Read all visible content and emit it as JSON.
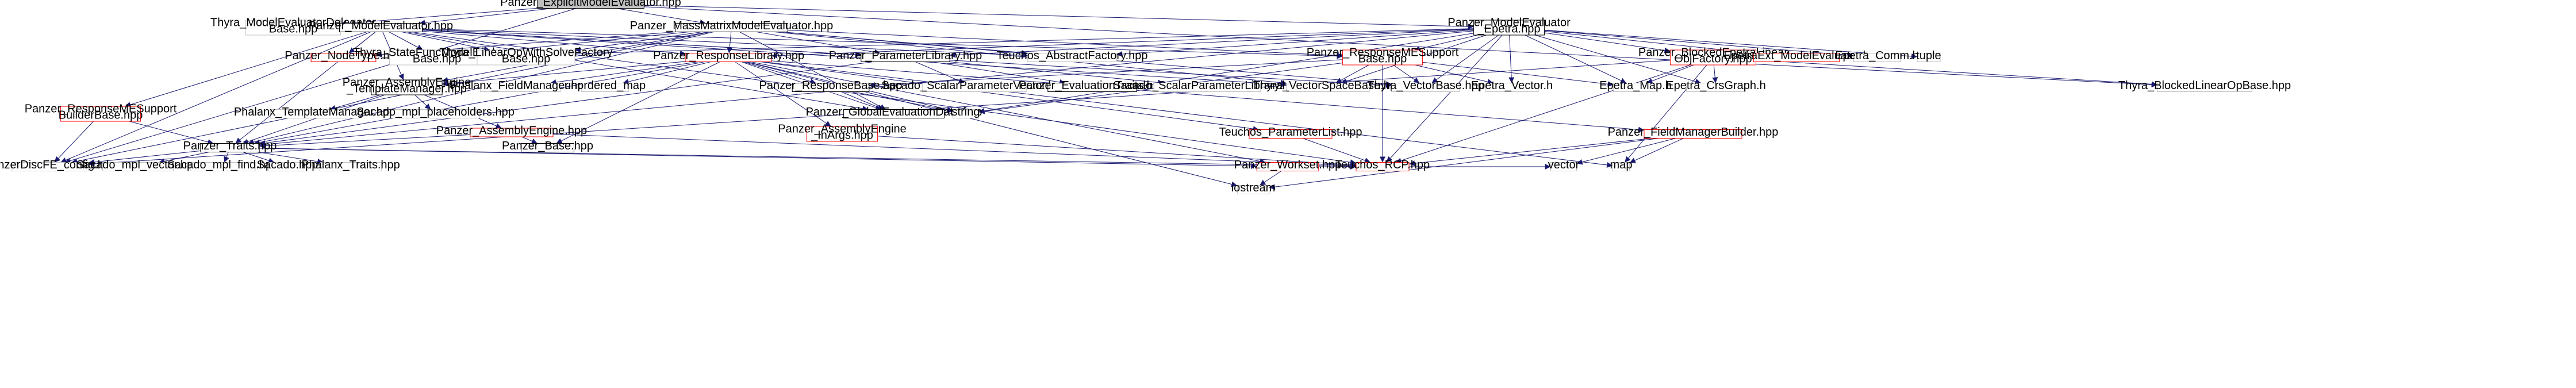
{
  "diagram": {
    "nodes": [
      {
        "id": "root",
        "lines": [
          "Panzer_ExplicitModelEvaluator.hpp"
        ],
        "style": "root"
      },
      {
        "id": "thyraDelegator",
        "lines": [
          "Thyra_ModelEvaluatorDelegator",
          "Base.hpp"
        ],
        "style": "plain"
      },
      {
        "id": "panzerME",
        "lines": [
          "Panzer_ModelEvaluator.hpp"
        ],
        "style": "black"
      },
      {
        "id": "massMatrix",
        "lines": [
          "Panzer_MassMatrixModelEvaluator.hpp"
        ],
        "style": "black"
      },
      {
        "id": "epetraME",
        "lines": [
          "Panzer_ModelEvaluator",
          "_Epetra.hpp"
        ],
        "style": "black"
      },
      {
        "id": "nodeType",
        "lines": [
          "Panzer_NodeType.hpp"
        ],
        "style": "red"
      },
      {
        "id": "thyraStateFunc",
        "lines": [
          "Thyra_StateFuncModelEvaluator",
          "Base.hpp"
        ],
        "style": "plain"
      },
      {
        "id": "thyraLinearOp",
        "lines": [
          "Thyra_LinearOpWithSolveFactory",
          "Base.hpp"
        ],
        "style": "plain"
      },
      {
        "id": "responseLibrary",
        "lines": [
          "Panzer_ResponseLibrary.hpp"
        ],
        "style": "red"
      },
      {
        "id": "paramLibrary",
        "lines": [
          "Panzer_ParameterLibrary.hpp"
        ],
        "style": "black"
      },
      {
        "id": "abstractFactory",
        "lines": [
          "Teuchos_AbstractFactory.hpp"
        ],
        "style": "plain"
      },
      {
        "id": "responseMESupport",
        "lines": [
          "Panzer_ResponseMESupport",
          "Base.hpp"
        ],
        "style": "red"
      },
      {
        "id": "blockedEpetra",
        "lines": [
          "Panzer_BlockedEpetraLinear",
          "ObjFactory.hpp"
        ],
        "style": "red"
      },
      {
        "id": "epetraExtME",
        "lines": [
          "EpetraExt_ModelEvaluator.h"
        ],
        "style": "red"
      },
      {
        "id": "epetraComm",
        "lines": [
          "Epetra_Comm.h"
        ],
        "style": "plain"
      },
      {
        "id": "tuple",
        "lines": [
          "tuple"
        ],
        "style": "plain"
      },
      {
        "id": "thyraBlockedLinearOp",
        "lines": [
          "Thyra_BlockedLinearOpBase.hpp"
        ],
        "style": "plain"
      },
      {
        "id": "assemblyTemplate",
        "lines": [
          "Panzer_AssemblyEngine",
          "_TemplateManager.hpp"
        ],
        "style": "black"
      },
      {
        "id": "phalanxFieldManager",
        "lines": [
          "Phalanx_FieldManager.hpp"
        ],
        "style": "plain"
      },
      {
        "id": "unorderedMap",
        "lines": [
          "unordered_map"
        ],
        "style": "plain"
      },
      {
        "id": "responseBase",
        "lines": [
          "Panzer_ResponseBase.hpp"
        ],
        "style": "black"
      },
      {
        "id": "sacadoScalarParamVector",
        "lines": [
          "Sacado_ScalarParameterVector.hpp"
        ],
        "style": "plain"
      },
      {
        "id": "evaluationTraits",
        "lines": [
          "Panzer_EvaluationTraits.hpp"
        ],
        "style": "black"
      },
      {
        "id": "sacadoScalarParamLibrary",
        "lines": [
          "Sacado_ScalarParameterLibrary.hpp"
        ],
        "style": "plain"
      },
      {
        "id": "thyraVectorSpace",
        "lines": [
          "Thyra_VectorSpaceBase.hpp"
        ],
        "style": "plain"
      },
      {
        "id": "thyraVectorBase",
        "lines": [
          "Thyra_VectorBase.hpp"
        ],
        "style": "plain"
      },
      {
        "id": "epetraVector",
        "lines": [
          "Epetra_Vector.h"
        ],
        "style": "plain"
      },
      {
        "id": "epetraMap",
        "lines": [
          "Epetra_Map.h"
        ],
        "style": "plain"
      },
      {
        "id": "epetraCrsGraph",
        "lines": [
          "Epetra_CrsGraph.h"
        ],
        "style": "plain"
      },
      {
        "id": "responseMEBuilder",
        "lines": [
          "Panzer_ResponseMESupport",
          "BuilderBase.hpp"
        ],
        "style": "red"
      },
      {
        "id": "phalanxTemplateManager",
        "lines": [
          "Phalanx_TemplateManager.hpp"
        ],
        "style": "plain"
      },
      {
        "id": "sacadoMplPlaceholders",
        "lines": [
          "Sacado_mpl_placeholders.hpp"
        ],
        "style": "plain"
      },
      {
        "id": "globalEvalData",
        "lines": [
          "Panzer_GlobalEvaluationData.hpp"
        ],
        "style": "black"
      },
      {
        "id": "string",
        "lines": [
          "string"
        ],
        "style": "plain"
      },
      {
        "id": "assemblyEngine",
        "lines": [
          "Panzer_AssemblyEngine.hpp"
        ],
        "style": "red"
      },
      {
        "id": "panzerTraits",
        "lines": [
          "Panzer_Traits.hpp"
        ],
        "style": "black"
      },
      {
        "id": "panzerBase",
        "lines": [
          "Panzer_Base.hpp"
        ],
        "style": "black"
      },
      {
        "id": "assemblyInArgs",
        "lines": [
          "Panzer_AssemblyEngine",
          "_InArgs.hpp"
        ],
        "style": "red"
      },
      {
        "id": "teuchosParamList",
        "lines": [
          "Teuchos_ParameterList.hpp"
        ],
        "style": "red"
      },
      {
        "id": "fieldManagerBuilder",
        "lines": [
          "Panzer_FieldManagerBuilder.hpp"
        ],
        "style": "red"
      },
      {
        "id": "panzerConfig",
        "lines": [
          "PanzerDiscFE_config.hpp"
        ],
        "style": "plain"
      },
      {
        "id": "sacadoMplVector",
        "lines": [
          "Sacado_mpl_vector.hpp"
        ],
        "style": "plain"
      },
      {
        "id": "sacadoMplFind",
        "lines": [
          "Sacado_mpl_find.hpp"
        ],
        "style": "plain"
      },
      {
        "id": "sacado",
        "lines": [
          "Sacado.hpp"
        ],
        "style": "plain"
      },
      {
        "id": "phalanxTraits",
        "lines": [
          "Phalanx_Traits.hpp"
        ],
        "style": "plain"
      },
      {
        "id": "panzerWorkset",
        "lines": [
          "Panzer_Workset.hpp"
        ],
        "style": "red"
      },
      {
        "id": "teuchosRCP",
        "lines": [
          "Teuchos_RCP.hpp"
        ],
        "style": "red"
      },
      {
        "id": "vector",
        "lines": [
          "vector"
        ],
        "style": "plain"
      },
      {
        "id": "map",
        "lines": [
          "map"
        ],
        "style": "plain"
      },
      {
        "id": "iostream",
        "lines": [
          "iostream"
        ],
        "style": "plain"
      }
    ],
    "edges": [
      [
        "root",
        "thyraDelegator"
      ],
      [
        "root",
        "panzerME"
      ],
      [
        "root",
        "massMatrix"
      ],
      [
        "root",
        "epetraME"
      ],
      [
        "root",
        "panzerConfig"
      ],
      [
        "root",
        "thyraBlockedLinearOp"
      ],
      [
        "panzerME",
        "nodeType"
      ],
      [
        "panzerME",
        "thyraStateFunc"
      ],
      [
        "panzerME",
        "thyraLinearOp"
      ],
      [
        "panzerME",
        "responseLibrary"
      ],
      [
        "panzerME",
        "paramLibrary"
      ],
      [
        "panzerME",
        "abstractFactory"
      ],
      [
        "panzerME",
        "responseMESupport"
      ],
      [
        "panzerME",
        "assemblyTemplate"
      ],
      [
        "panzerME",
        "responseMEBuilder"
      ],
      [
        "panzerME",
        "panzerTraits"
      ],
      [
        "panzerME",
        "panzerConfig"
      ],
      [
        "panzerME",
        "teuchosRCP"
      ],
      [
        "panzerME",
        "thyraVectorBase"
      ],
      [
        "panzerME",
        "globalEvalData"
      ],
      [
        "panzerME",
        "thyraVectorSpace"
      ],
      [
        "massMatrix",
        "nodeType"
      ],
      [
        "massMatrix",
        "thyraStateFunc"
      ],
      [
        "massMatrix",
        "thyraLinearOp"
      ],
      [
        "massMatrix",
        "responseLibrary"
      ],
      [
        "massMatrix",
        "paramLibrary"
      ],
      [
        "massMatrix",
        "abstractFactory"
      ],
      [
        "massMatrix",
        "responseMESupport"
      ],
      [
        "massMatrix",
        "assemblyTemplate"
      ],
      [
        "massMatrix",
        "panzerTraits"
      ],
      [
        "massMatrix",
        "globalEvalData"
      ],
      [
        "massMatrix",
        "thyraVectorBase"
      ],
      [
        "massMatrix",
        "thyraVectorSpace"
      ],
      [
        "massMatrix",
        "panzerConfig"
      ],
      [
        "epetraME",
        "paramLibrary"
      ],
      [
        "epetraME",
        "responseLibrary"
      ],
      [
        "epetraME",
        "responseMESupport"
      ],
      [
        "epetraME",
        "abstractFactory"
      ],
      [
        "epetraME",
        "blockedEpetra"
      ],
      [
        "epetraME",
        "epetraExtME"
      ],
      [
        "epetraME",
        "epetraComm"
      ],
      [
        "epetraME",
        "tuple"
      ],
      [
        "epetraME",
        "epetraVector"
      ],
      [
        "epetraME",
        "epetraMap"
      ],
      [
        "epetraME",
        "epetraCrsGraph"
      ],
      [
        "epetraME",
        "thyraVectorBase"
      ],
      [
        "epetraME",
        "thyraVectorSpace"
      ],
      [
        "epetraME",
        "string"
      ],
      [
        "epetraME",
        "panzerTraits"
      ],
      [
        "epetraME",
        "teuchosRCP"
      ],
      [
        "epetraME",
        "thyraStateFunc"
      ],
      [
        "responseLibrary",
        "assemblyTemplate"
      ],
      [
        "responseLibrary",
        "phalanxFieldManager"
      ],
      [
        "responseLibrary",
        "unorderedMap"
      ],
      [
        "responseLibrary",
        "responseBase"
      ],
      [
        "responseLibrary",
        "globalEvalData"
      ],
      [
        "responseLibrary",
        "panzerTraits"
      ],
      [
        "responseLibrary",
        "assemblyInArgs"
      ],
      [
        "responseLibrary",
        "teuchosParamList"
      ],
      [
        "responseLibrary",
        "fieldManagerBuilder"
      ],
      [
        "responseLibrary",
        "panzerWorkset"
      ],
      [
        "responseLibrary",
        "iostream"
      ],
      [
        "responseLibrary",
        "string"
      ],
      [
        "responseLibrary",
        "map"
      ],
      [
        "responseLibrary",
        "panzerBase"
      ],
      [
        "paramLibrary",
        "sacadoScalarParamVector"
      ],
      [
        "paramLibrary",
        "evaluationTraits"
      ],
      [
        "paramLibrary",
        "sacadoScalarParamLibrary"
      ],
      [
        "paramLibrary",
        "panzerTraits"
      ],
      [
        "responseMESupport",
        "responseBase"
      ],
      [
        "responseMESupport",
        "thyraVectorSpace"
      ],
      [
        "responseMESupport",
        "thyraVectorBase"
      ],
      [
        "responseMESupport",
        "epetraVector"
      ],
      [
        "responseMESupport",
        "epetraMap"
      ],
      [
        "responseMESupport",
        "teuchosRCP"
      ],
      [
        "responseMESupport",
        "string"
      ],
      [
        "responseBase",
        "string"
      ],
      [
        "responseBase",
        "globalEvalData"
      ],
      [
        "blockedEpetra",
        "epetraMap"
      ],
      [
        "blockedEpetra",
        "epetraCrsGraph"
      ],
      [
        "blockedEpetra",
        "thyraBlockedLinearOp"
      ],
      [
        "blockedEpetra",
        "teuchosRCP"
      ],
      [
        "blockedEpetra",
        "map"
      ],
      [
        "blockedEpetra",
        "panzerConfig"
      ],
      [
        "assemblyTemplate",
        "phalanxTemplateManager"
      ],
      [
        "assemblyTemplate",
        "sacadoMplPlaceholders"
      ],
      [
        "assemblyTemplate",
        "assemblyEngine"
      ],
      [
        "assemblyTemplate",
        "panzerTraits"
      ],
      [
        "assemblyEngine",
        "panzerTraits"
      ],
      [
        "assemblyEngine",
        "panzerBase"
      ],
      [
        "assemblyEngine",
        "teuchosRCP"
      ],
      [
        "responseMEBuilder",
        "panzerTraits"
      ],
      [
        "responseMEBuilder",
        "panzerConfig"
      ],
      [
        "panzerTraits",
        "panzerConfig"
      ],
      [
        "panzerTraits",
        "sacadoMplVector"
      ],
      [
        "panzerTraits",
        "sacadoMplFind"
      ],
      [
        "panzerTraits",
        "sacado"
      ],
      [
        "panzerTraits",
        "phalanxTraits"
      ],
      [
        "panzerTraits",
        "panzerWorkset"
      ],
      [
        "panzerTraits",
        "teuchosRCP"
      ],
      [
        "assemblyInArgs",
        "teuchosRCP"
      ],
      [
        "teuchosParamList",
        "teuchosRCP"
      ],
      [
        "fieldManagerBuilder",
        "teuchosRCP"
      ],
      [
        "fieldManagerBuilder",
        "vector"
      ],
      [
        "fieldManagerBuilder",
        "map"
      ],
      [
        "fieldManagerBuilder",
        "iostream"
      ],
      [
        "panzerWorkset",
        "vector"
      ],
      [
        "panzerWorkset",
        "iostream"
      ],
      [
        "panzerWorkset",
        "teuchosRCP"
      ]
    ]
  }
}
